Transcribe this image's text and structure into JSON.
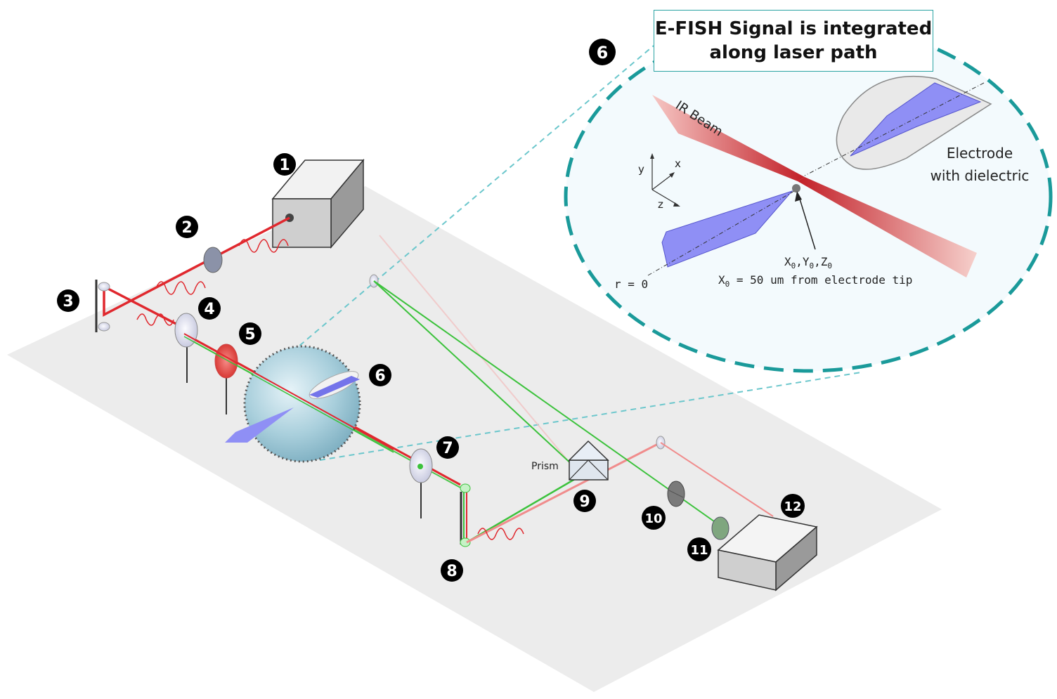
{
  "callout": {
    "line1": "E-FISH Signal is integrated",
    "line2": "along laser path",
    "badge": "6"
  },
  "labels": {
    "prism": "Prism",
    "ir_beam": "IR Beam",
    "electrode_line1": "Electrode",
    "electrode_line2": "with dielectric",
    "axis_x": "x",
    "axis_y": "y",
    "axis_z": "z",
    "r_zero": "r = 0",
    "x0_line1": "X",
    "x0_line1_rest": "0,Y0,Z0",
    "x0_line2": "X0 = 50 um from electrode tip"
  },
  "markers": [
    "1",
    "2",
    "3",
    "4",
    "5",
    "6",
    "7",
    "8",
    "9",
    "10",
    "11",
    "12"
  ],
  "colors": {
    "laser_red": "#e0282e",
    "laser_green": "#3cc23c",
    "teal": "#1a9a9a",
    "table": "#ececec",
    "electrode_blue": "#8f8ff5"
  }
}
